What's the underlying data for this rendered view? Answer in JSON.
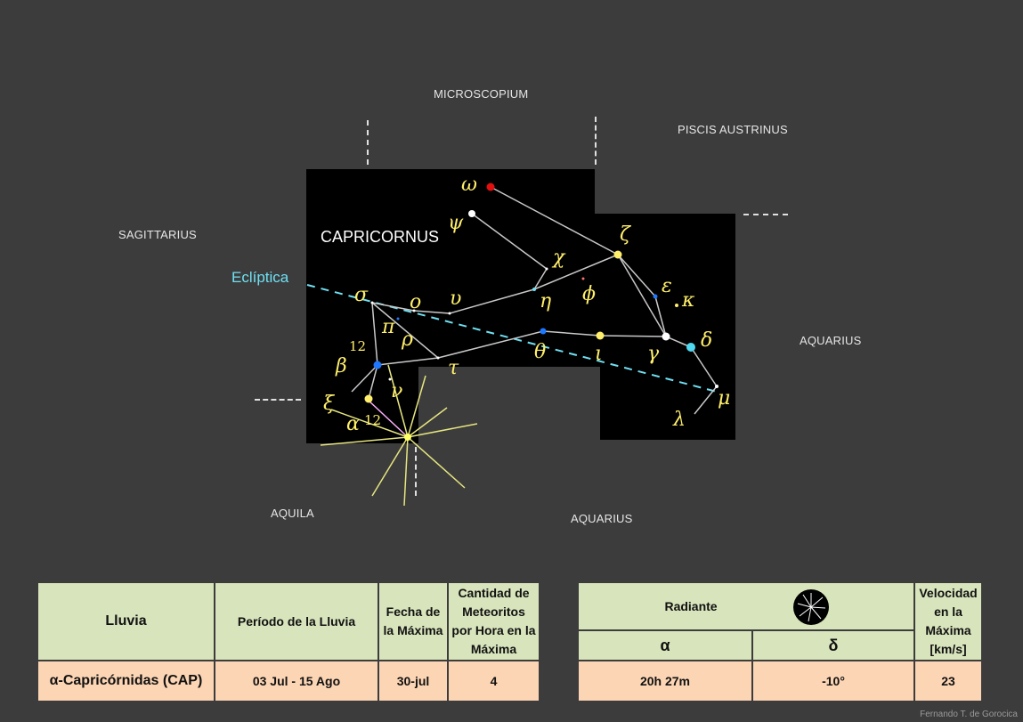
{
  "diagram": {
    "title": "CAPRICORNUS",
    "ecliptic_label": "Eclíptica",
    "neighbors": {
      "microscopium": "MICROSCOPIUM",
      "piscis_austrinus": "PISCIS AUSTRINUS",
      "sagittarius": "SAGITTARIUS",
      "aquarius_east": "AQUARIUS",
      "aquila": "AQUILA",
      "aquarius_south": "AQUARIUS"
    },
    "stars": {
      "omega": "ω",
      "psi": "ψ",
      "zeta": "ζ",
      "chi": "χ",
      "phi": "ϕ",
      "eta": "η",
      "epsilon": "ε",
      "kappa": "κ",
      "sigma": "σ",
      "omicron": "ο",
      "upsilon": "υ",
      "pi": "π",
      "rho": "ρ",
      "theta": "θ",
      "iota": "ι",
      "gamma": "γ",
      "delta": "δ",
      "beta": "β",
      "beta_sup": "12",
      "tau": "τ",
      "nu": "ν",
      "xi": "ξ",
      "alpha": "α",
      "alpha_sup": "12",
      "mu": "μ",
      "lambda": "λ"
    },
    "colors": {
      "background": "#3c3c3c",
      "ecliptic": "#6fe0f2",
      "star_label": "#ffef6a",
      "radiant": "#ffff66",
      "omega_star": "#e01010",
      "blue_star": "#1e78ff",
      "cyan_star": "#4fd8f0"
    }
  },
  "table1": {
    "headers": {
      "lluvia": "Lluvia",
      "periodo": "Período de la Lluvia",
      "fecha": "Fecha de la Máxima",
      "cantidad": "Cantidad de Meteoritos por Hora en la Máxima"
    },
    "values": {
      "lluvia": "α-Capricórnidas (CAP)",
      "periodo": "03 Jul - 15 Ago",
      "fecha": "30-jul",
      "cantidad": "4"
    }
  },
  "table2": {
    "headers": {
      "radiante": "Radiante",
      "alpha": "α",
      "delta": "δ",
      "velocidad": "Velocidad en la Máxima [km/s]"
    },
    "values": {
      "alpha": "20h 27m",
      "delta": "-10°",
      "velocidad": "23"
    },
    "radiant_icon": "radiant-burst-icon"
  },
  "credit": "Fernando T. de Gorocica"
}
